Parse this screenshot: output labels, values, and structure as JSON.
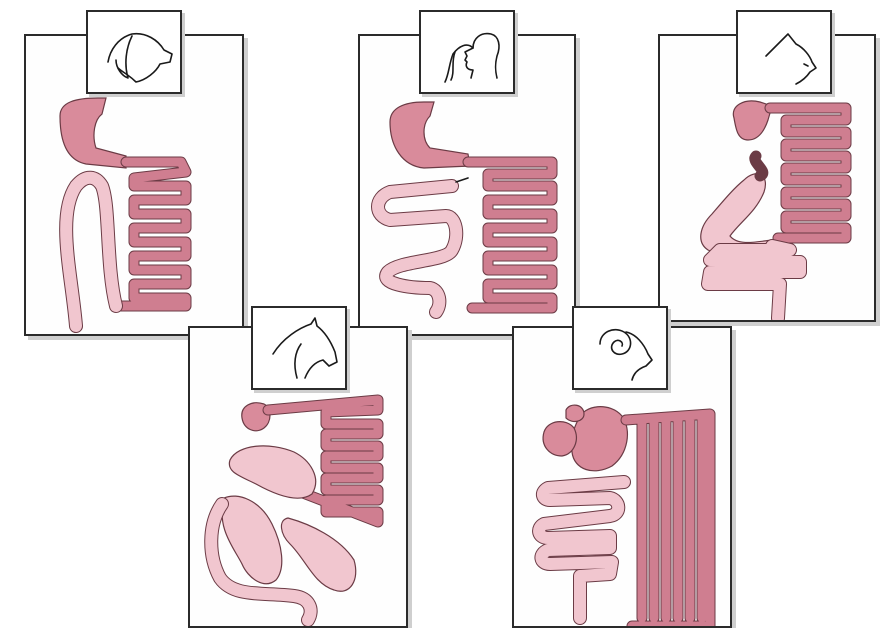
{
  "figure": {
    "panels": [
      {
        "species": "dog",
        "icon": "dog-head-icon"
      },
      {
        "species": "human",
        "icon": "human-head-icon"
      },
      {
        "species": "cat",
        "icon": "cat-head-icon"
      },
      {
        "species": "horse",
        "icon": "horse-head-icon"
      },
      {
        "species": "sheep",
        "icon": "sheep-head-icon"
      }
    ]
  },
  "colors": {
    "stomach": "#d98b9b",
    "small_intestine": "#cf7e90",
    "large_intestine": "#f1c6cf",
    "outline": "#6b3b45"
  }
}
